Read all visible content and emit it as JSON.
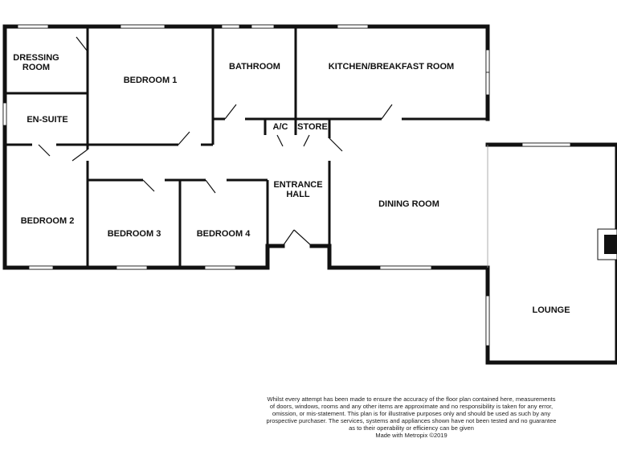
{
  "rooms": {
    "dressing_room": [
      "DRESSING",
      "ROOM"
    ],
    "bedroom1": "BEDROOM 1",
    "bathroom": "BATHROOM",
    "kitchen": "KITCHEN/BREAKFAST ROOM",
    "en_suite": "EN-SUITE",
    "ac": "A/C",
    "store": "STORE",
    "entrance_hall": [
      "ENTRANCE",
      "HALL"
    ],
    "dining_room": "DINING ROOM",
    "bedroom2": "BEDROOM 2",
    "bedroom3": "BEDROOM 3",
    "bedroom4": "BEDROOM 4",
    "lounge": "LOUNGE"
  },
  "disclaimer": [
    "Whilst every attempt has been made to ensure the accuracy of the floor plan contained here, measurements",
    "of doors, windows, rooms and any other items are approximate and no responsibility is taken for any error,",
    "omission, or mis-statement. This plan is for illustrative purposes only and should be used as such by any",
    "prospective purchaser. The services, systems and appliances shown have not been tested and no guarantee",
    "as to their operability or efficiency can be given",
    "Made with Metropix ©2019"
  ]
}
